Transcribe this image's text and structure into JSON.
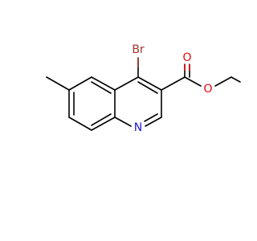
{
  "molecule": {
    "atoms": {
      "br": {
        "label": "Br",
        "color": "#a4332b"
      },
      "n": {
        "label": "N",
        "color": "#2018d8"
      },
      "o_carbonyl": {
        "label": "O",
        "color": "#e8070b"
      },
      "o_ester": {
        "label": "O",
        "color": "#e8070b"
      }
    },
    "bond_color": "#000000"
  }
}
